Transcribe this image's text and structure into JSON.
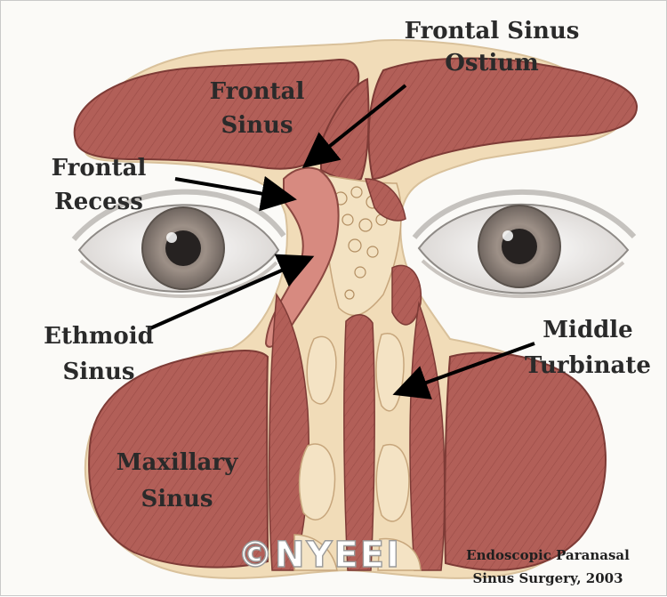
{
  "labels": {
    "frontal_sinus_ostium": [
      "Frontal Sinus",
      "Ostium"
    ],
    "frontal_sinus": [
      "Frontal",
      "Sinus"
    ],
    "frontal_recess": [
      "Frontal",
      "Recess"
    ],
    "ethmoid_sinus": [
      "Ethmoid",
      "Sinus"
    ],
    "middle_turbinate": [
      "Middle",
      "Turbinate"
    ],
    "maxillary_sinus": [
      "Maxillary",
      "Sinus"
    ]
  },
  "credit": [
    "Endoscopic Paranasal",
    "Sinus Surgery, 2003"
  ],
  "watermark": "©NYEEI",
  "colors": {
    "sinus_fill": "#b0605a",
    "sinus_stroke": "#7e3b36",
    "bone": "#f1dcb8",
    "recess_fill": "#d78a80",
    "iris": "#9a8d83",
    "arrow": "#000000"
  }
}
